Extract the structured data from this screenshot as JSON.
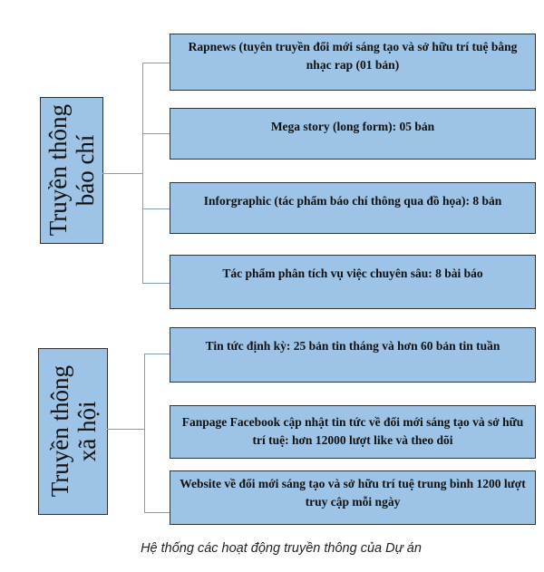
{
  "groups": [
    {
      "title_line1": "Truyền thông",
      "title_line2": "báo chí",
      "items": [
        "Rapnews (tuyên truyền đổi mới sáng tạo và sở hữu trí tuệ bằng nhạc rap (01 bản)",
        "Mega story (long form): 05 bản",
        "Inforgraphic (tác phẩm báo chí thông qua đồ họa): 8 bản",
        "Tác phẩm phân tích vụ việc chuyên sâu: 8 bài báo"
      ]
    },
    {
      "title_line1": "Truyền thông",
      "title_line2": "xã hội",
      "items": [
        "Tin tức định kỳ: 25 bản tin tháng và hơn 60 bản tin tuần",
        "Fanpage Facebook cập nhật tin tức về đổi mới sáng tạo và sở hữu trí tuệ: hơn 12000 lượt like và theo dõi",
        "Website về đổi mới sáng tạo và sở hữu trí tuệ trung bình 1200 lượt truy cập mỗi ngày"
      ]
    }
  ],
  "caption": "Hệ thống các hoạt động truyền thông của Dự án"
}
